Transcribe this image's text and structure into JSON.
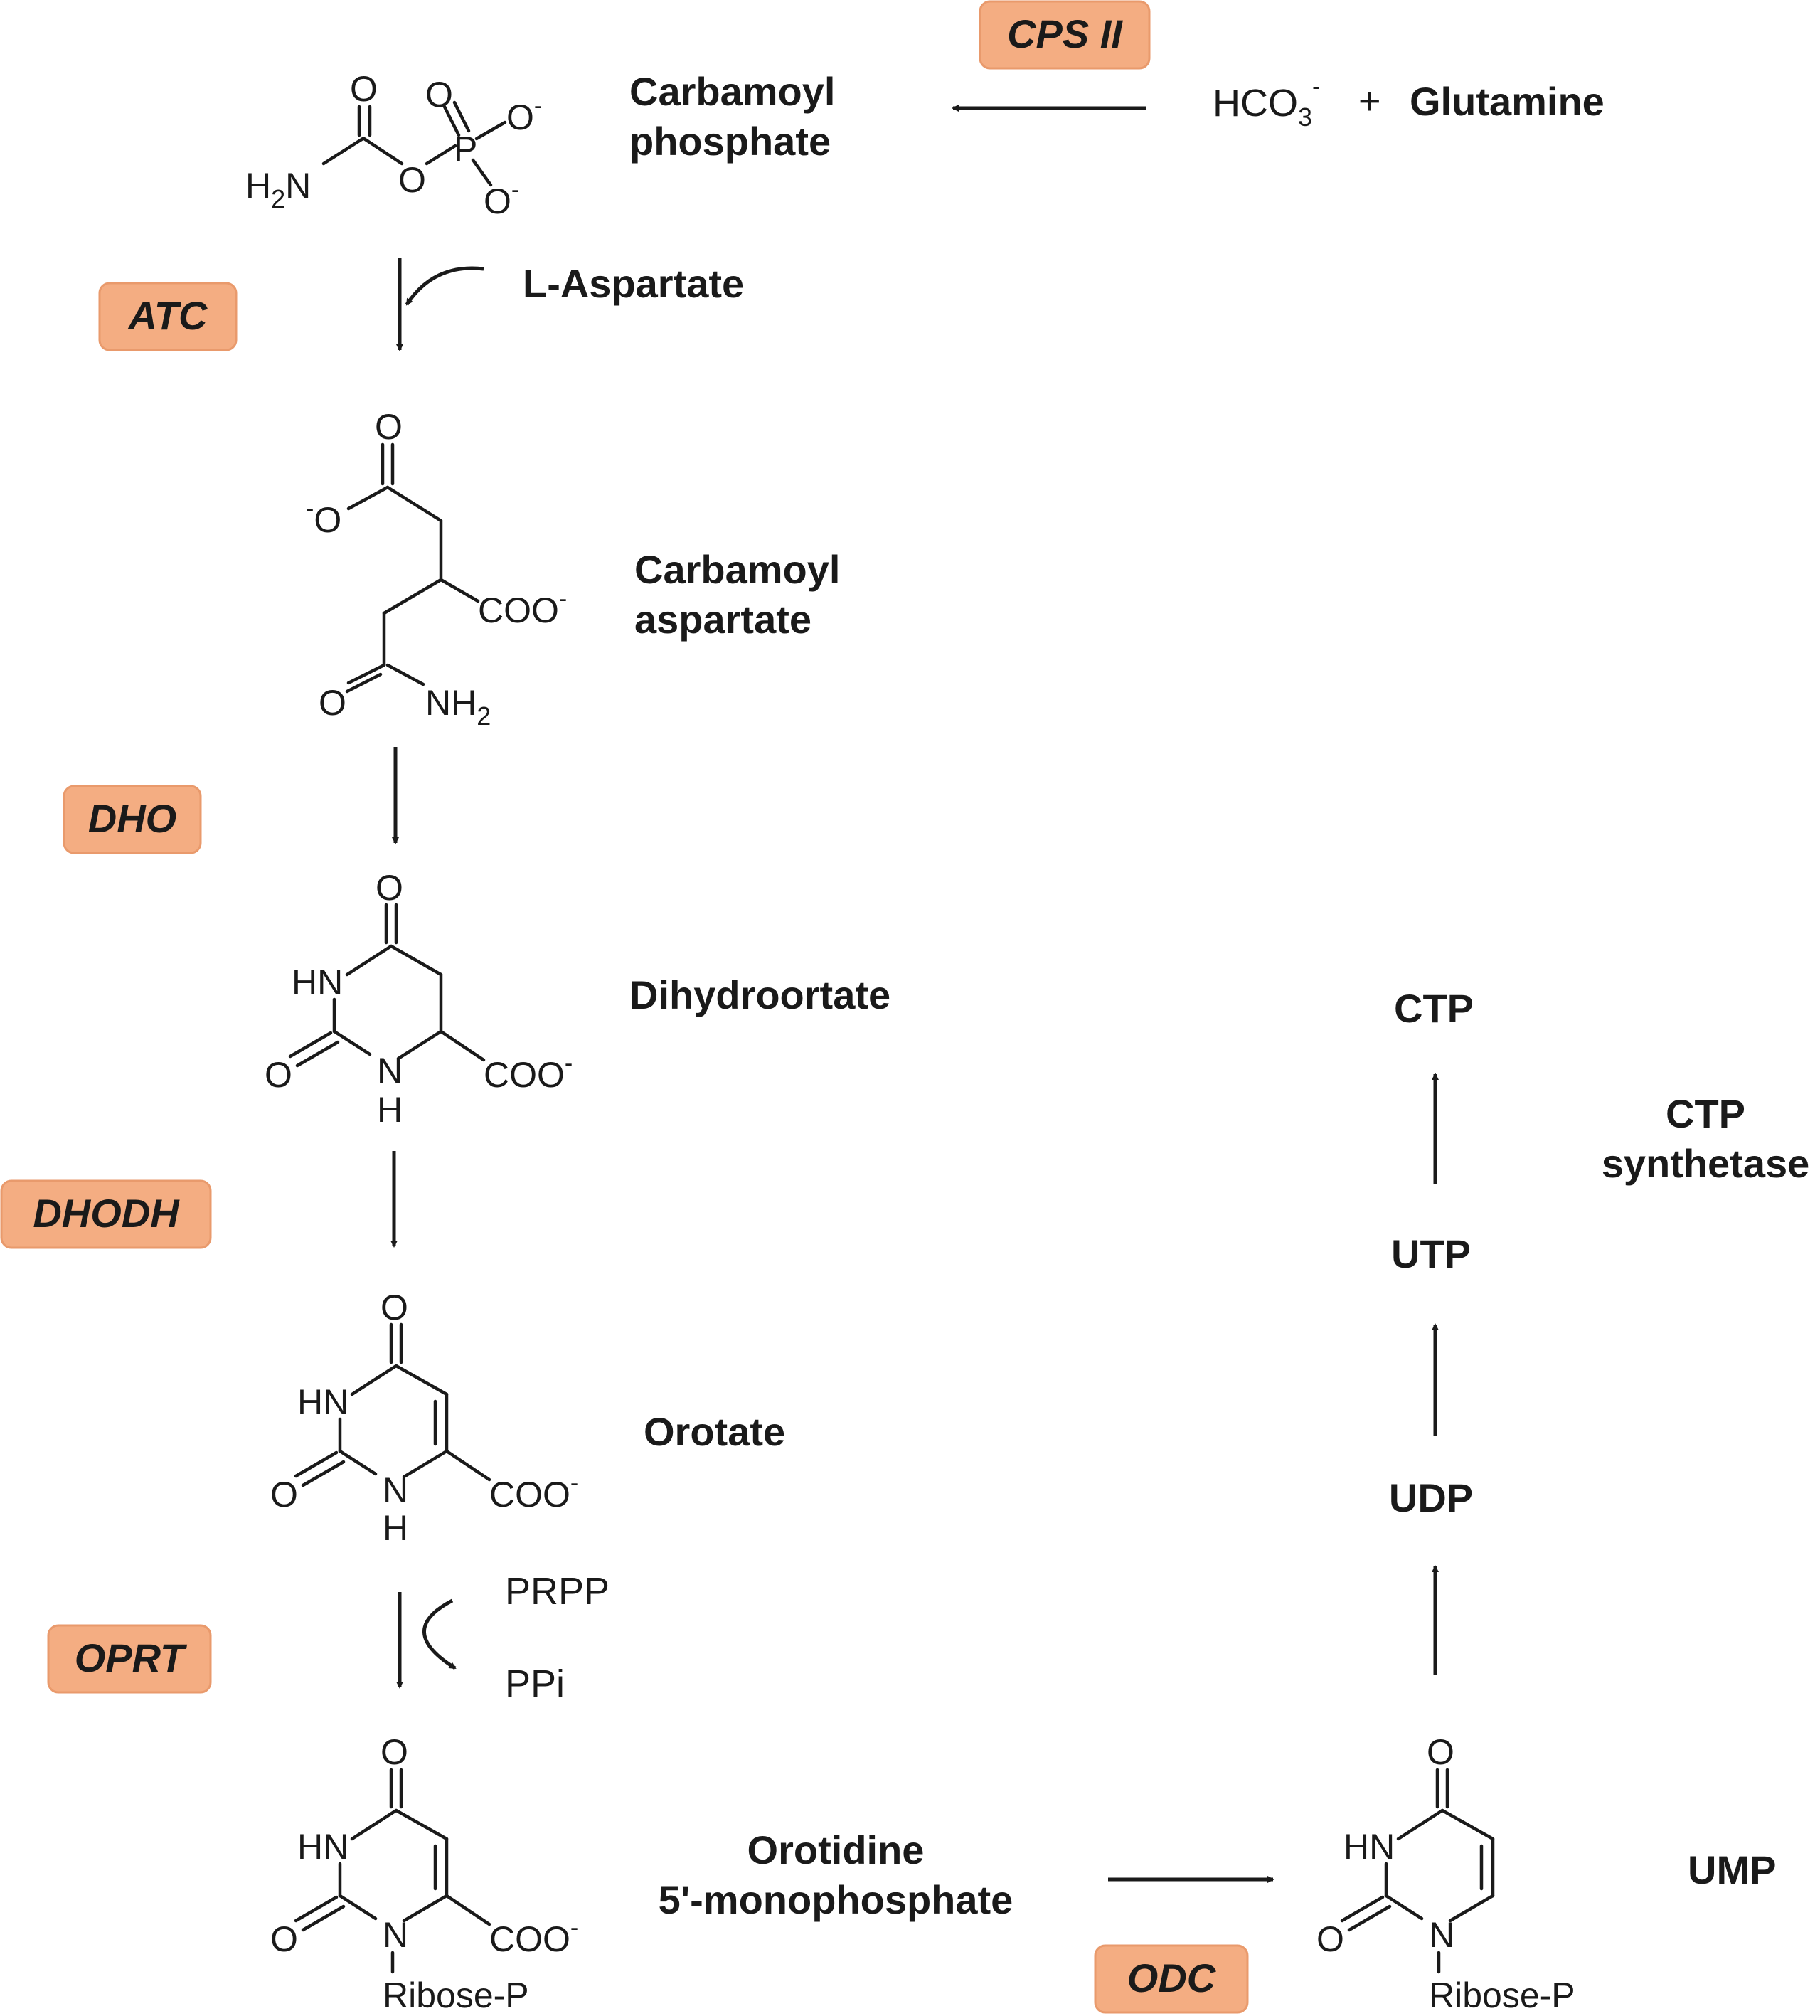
{
  "colors": {
    "enzyme_fill": "#f4ad82",
    "ink": "#1a1a1a",
    "background": "#ffffff"
  },
  "enzymes": {
    "cps2": "CPS II",
    "atc": "ATC",
    "dho": "DHO",
    "dhodh": "DHODH",
    "oprt": "OPRT",
    "odc": "ODC"
  },
  "compounds": {
    "carbamoyl_phosphate": [
      "Carbamoyl",
      "phosphate"
    ],
    "carbamoyl_aspartate": [
      "Carbamoyl",
      "aspartate"
    ],
    "dihydroorotate": "Dihydroortate",
    "orotate": "Orotate",
    "omp": [
      "Orotidine",
      "5'-monophosphate"
    ],
    "ump": "UMP",
    "udp": "UDP",
    "utp": "UTP",
    "ctp": "CTP"
  },
  "substrates": {
    "bicarbonate": "HCO",
    "bicarbonate_sub": "3",
    "bicarbonate_sup": "-",
    "plus": "+",
    "glutamine": "Glutamine",
    "aspartate": "L-Aspartate",
    "prpp": "PRPP",
    "ppi": "PPi"
  },
  "ctp_synthetase": [
    "CTP",
    "synthetase"
  ],
  "atoms": {
    "O": "O",
    "Ominus": "O",
    "minus": "-",
    "P": "P",
    "H2N_H": "H",
    "H2N_2": "2",
    "H2N_N": "N",
    "NH2_N": "NH",
    "NH2_2": "2",
    "COO": "COO",
    "HN": "HN",
    "N": "N",
    "H": "H",
    "ribose": "Ribose-P"
  }
}
